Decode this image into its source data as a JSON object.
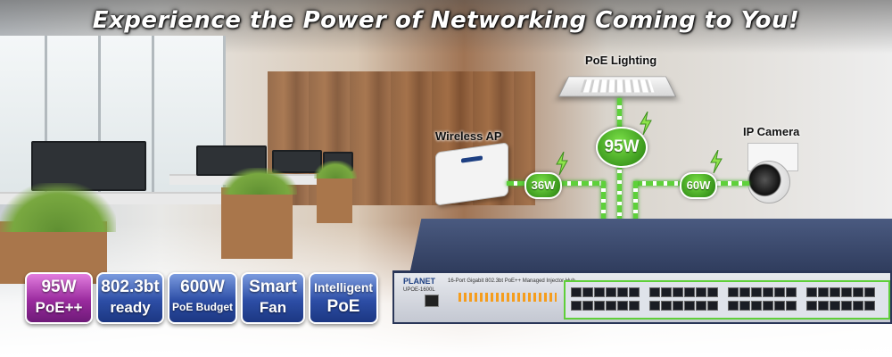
{
  "headline": "Experience the Power of Networking Coming to You!",
  "devices": {
    "poe_lighting": "PoE Lighting",
    "wireless_ap": "Wireless AP",
    "ip_camera": "IP Camera"
  },
  "watts": {
    "ap": "36W",
    "lighting": "95W",
    "camera": "60W"
  },
  "switch": {
    "brand": "PLANET",
    "model": "UPOE-1600L",
    "description": "16-Port Gigabit 802.3bt PoE++ Managed Injector Hub"
  },
  "badges": [
    {
      "line1": "95W",
      "line2": "PoE++",
      "style": "pink"
    },
    {
      "line1": "802.3bt",
      "line2": "ready",
      "style": "blue"
    },
    {
      "line1": "600W",
      "line2": "PoE Budget",
      "style": "blue"
    },
    {
      "line1": "Smart",
      "line2": "Fan",
      "style": "blue"
    },
    {
      "line1": "Intelligent",
      "line2": "PoE",
      "style": "blue"
    }
  ],
  "colors": {
    "cable_green": "#5ed13a",
    "badge_pink": "#9a2b9e",
    "badge_blue": "#2d4ea6",
    "switch_blue": "#303d5e"
  }
}
